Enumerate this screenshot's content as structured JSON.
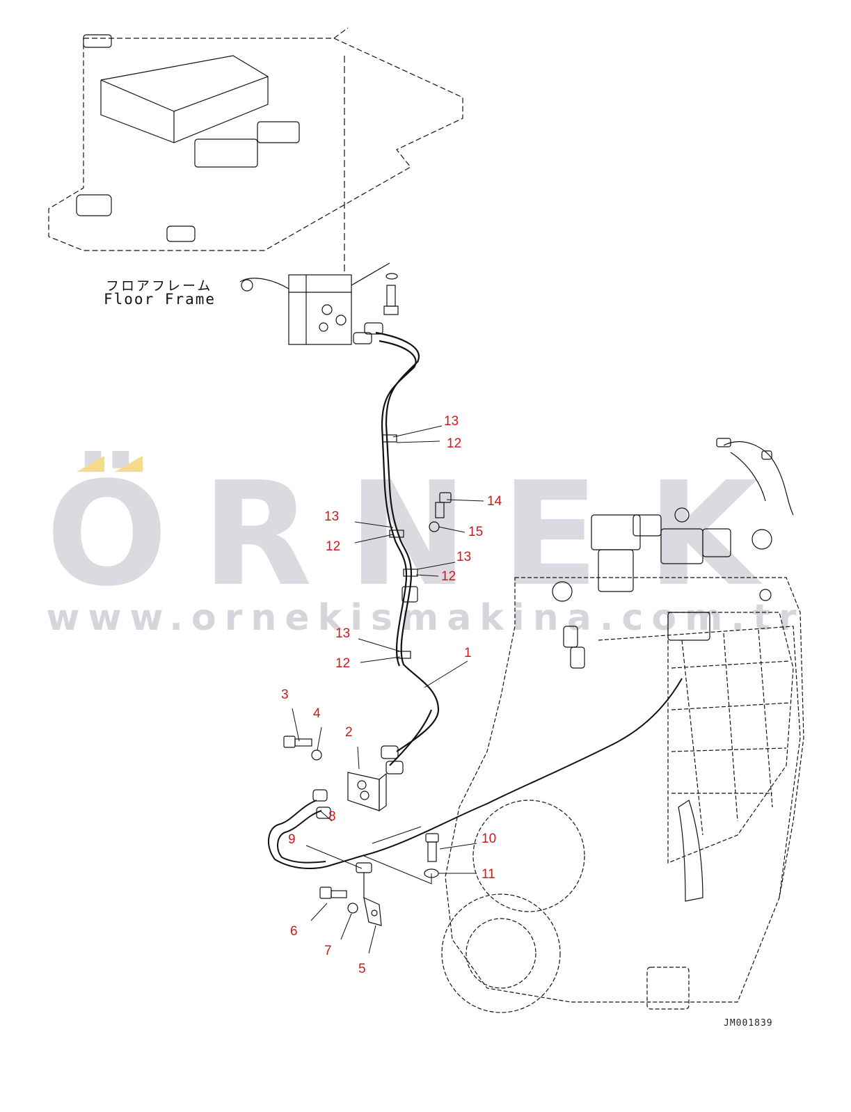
{
  "watermark": {
    "letters": [
      "Ö",
      "R",
      "N",
      "E",
      "K"
    ],
    "url": "www.ornekismakina.com.tr",
    "accent_color": "#f5dc8c"
  },
  "labels": {
    "frame_jp": "フロアフレーム",
    "frame_en": "Floor Frame",
    "drawing_code": "JM001839"
  },
  "callouts": [
    {
      "id": "c13a",
      "text": "13"
    },
    {
      "id": "c12a",
      "text": "12"
    },
    {
      "id": "c14",
      "text": "14"
    },
    {
      "id": "c13b",
      "text": "13"
    },
    {
      "id": "c15",
      "text": "15"
    },
    {
      "id": "c12b",
      "text": "12"
    },
    {
      "id": "c13c",
      "text": "13"
    },
    {
      "id": "c12c",
      "text": "12"
    },
    {
      "id": "c13d",
      "text": "13"
    },
    {
      "id": "c1",
      "text": "1"
    },
    {
      "id": "c12d",
      "text": "12"
    },
    {
      "id": "c3",
      "text": "3"
    },
    {
      "id": "c4",
      "text": "4"
    },
    {
      "id": "c2",
      "text": "2"
    },
    {
      "id": "c8",
      "text": "8"
    },
    {
      "id": "c9",
      "text": "9"
    },
    {
      "id": "c10",
      "text": "10"
    },
    {
      "id": "c11",
      "text": "11"
    },
    {
      "id": "c6",
      "text": "6"
    },
    {
      "id": "c7",
      "text": "7"
    },
    {
      "id": "c5",
      "text": "5"
    }
  ]
}
